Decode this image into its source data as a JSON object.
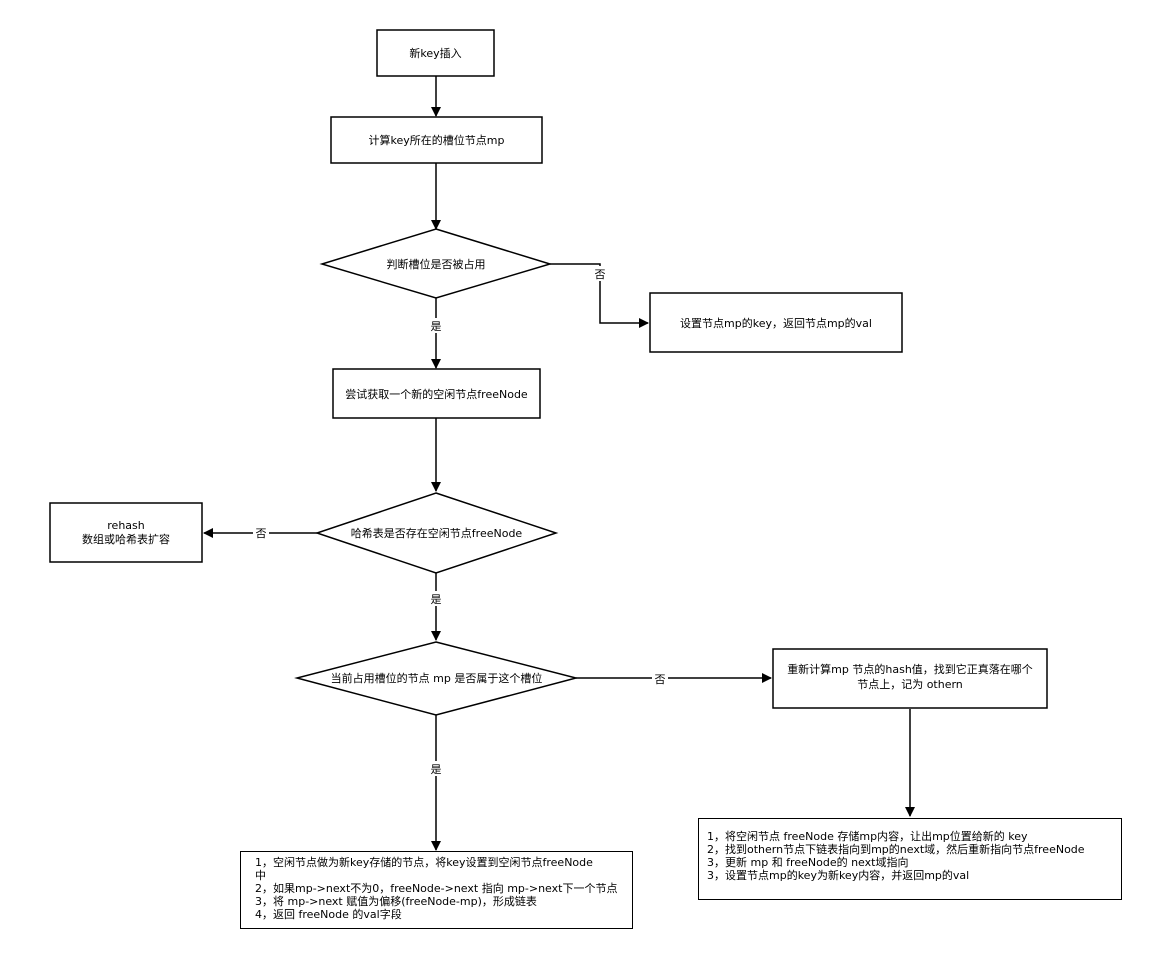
{
  "nodes": {
    "start": "新key插入",
    "compute_slot": "计算key所在的槽位节点mp",
    "check_occupied": "判断槽位是否被占用",
    "set_value": "设置节点mp的key，返回节点mp的val",
    "get_free_node": "尝试获取一个新的空闲节点freeNode",
    "has_free_node": "哈希表是否存在空闲节点freeNode",
    "rehash": [
      "rehash",
      "数组或哈希表扩容"
    ],
    "belongs_slot": "当前占用槽位的节点 mp 是否属于这个槽位",
    "recompute": [
      "重新计算mp 节点的hash值，找到它正真落在哪个",
      "节点上，记为 othern"
    ],
    "steps_yes": [
      "1，空闲节点做为新key存储的节点，将key设置到空闲节点freeNode",
      "  中",
      "2，如果mp->next不为0，freeNode->next 指向 mp->next下一个节点",
      "3，将 mp->next 赋值为偏移(freeNode-mp)，形成链表",
      "4，返回 freeNode 的val字段"
    ],
    "steps_no": [
      "1，将空闲节点 freeNode 存储mp内容，让出mp位置给新的 key",
      "2，找到othern节点下链表指向到mp的next域，然后重新指向节点freeNode",
      "3，更新 mp 和 freeNode的 next域指向",
      "3，设置节点mp的key为新key内容，并返回mp的val"
    ]
  },
  "edge_labels": {
    "occupied_no": "否",
    "occupied_yes": "是",
    "free_no": "否",
    "free_yes": "是",
    "belongs_no": "否",
    "belongs_yes": "是"
  }
}
